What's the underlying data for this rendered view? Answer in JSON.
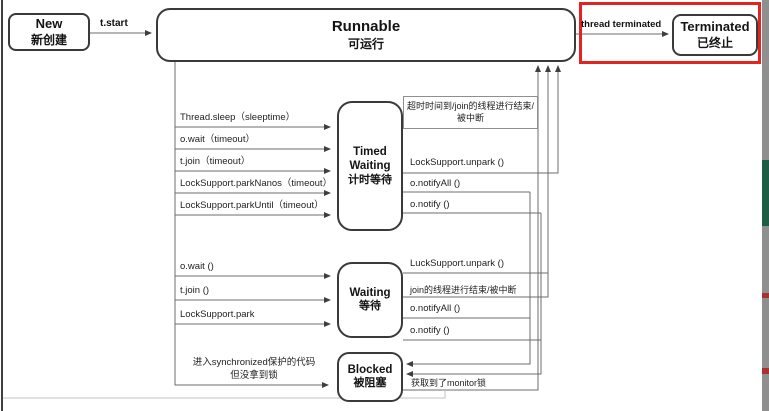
{
  "diagram": {
    "title_hint": "Java thread state transition diagram",
    "colors": {
      "frame_red": "#e42320",
      "line_gray": "#6e6e6e",
      "node_border": "#3a3a3a"
    },
    "nodes": {
      "new": {
        "en": "New",
        "zh": "新创建"
      },
      "runnable": {
        "en": "Runnable",
        "zh": "可运行"
      },
      "terminated": {
        "en": "Terminated",
        "zh": "已终止"
      },
      "timed": {
        "en1": "Timed",
        "en2": "Waiting",
        "zh": "计时等待"
      },
      "waiting": {
        "en": "Waiting",
        "zh": "等待"
      },
      "blocked": {
        "en": "Blocked",
        "zh": "被阻塞"
      }
    },
    "edges": {
      "t_start": "t.start",
      "thread_terminated": "thread terminated",
      "timed_in": [
        "Thread.sleep（sleeptime）",
        "o.wait（timeout）",
        "t.join（timeout）",
        "LockSupport.parkNanos（timeout）",
        "LockSupport.parkUntil（timeout）"
      ],
      "timeout_line1": "超时时间到/join的线程进行结束/",
      "timeout_line2": "被中断",
      "timed_out": [
        "LockSupport.unpark ()",
        "o.notifyAll ()",
        "o.notify ()"
      ],
      "waiting_in": [
        "o.wait ()",
        "t.join ()",
        "LockSupport.park"
      ],
      "waiting_out": [
        "LuckSupport.unpark ()",
        "join的线程进行结束/被中断",
        "o.notifyAll ()",
        "o.notify ()"
      ],
      "blocked_in_line1": "进入synchronized保护的代码",
      "blocked_in_line2": "但没拿到锁",
      "blocked_out": "获取到了monitor锁"
    }
  }
}
